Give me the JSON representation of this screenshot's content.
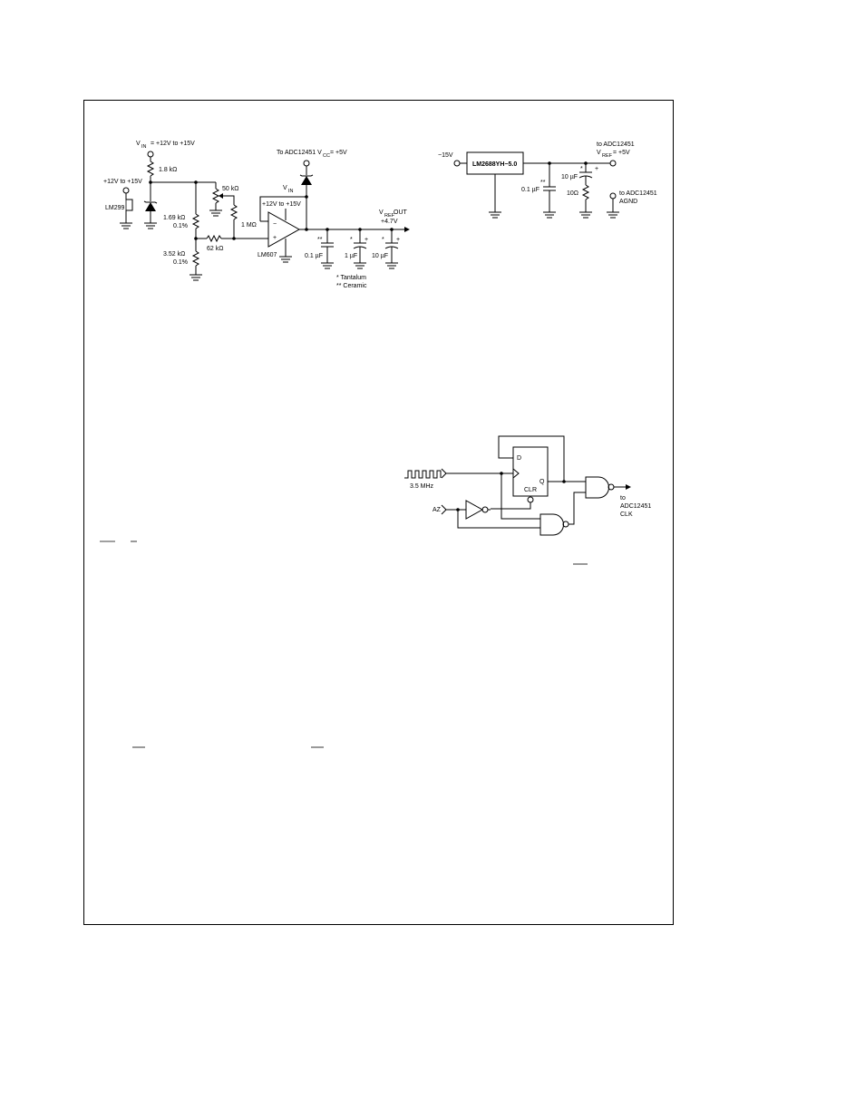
{
  "reference_circuit": {
    "vin_label": "V",
    "vin_sub": "IN",
    "vin_range": "= +12V to +15V",
    "supply_label": "+12V to +15V",
    "r_top": "1.8 kΩ",
    "ic_zener": "LM299",
    "r_169": "1.69 kΩ",
    "r_169_tol": "0.1%",
    "r_352": "3.52 kΩ",
    "r_352_tol": "0.1%",
    "pot_50k": "50 kΩ",
    "r_1m": "1 MΩ",
    "r_62k": "62 kΩ",
    "to_adc": "To ADC12451 V",
    "to_adc_sub": "CC",
    "to_adc_val": "= +5V",
    "opamp_vin": "V",
    "opamp_vin_sub": "IN",
    "opamp_supply": "+12V to +15V",
    "opamp": "LM607",
    "vref_out": "V",
    "vref_out_sub": "REF",
    "vref_out_label": "OUT",
    "vref_out_val": "+4.7V",
    "c1": "0.1 µF",
    "c2": "1 µF",
    "c3": "10 µF",
    "c1_mark": "**",
    "c2_mark": "*",
    "c3_mark": "*",
    "legend_tant": "* Tantalum",
    "legend_cer": "** Ceramic"
  },
  "regulator_circuit": {
    "vin": "−15V",
    "ic": "LM2688YH−5.0",
    "to_adc": "to ADC12451",
    "vref": "V",
    "vref_sub": "REF",
    "vref_val": "= +5V",
    "c_ceramic": "0.1 µF",
    "c_ceramic_mark": "**",
    "c_tant": "10 µF",
    "c_tant_mark": "*",
    "r": "10Ω",
    "agnd_to": "to ADC12451",
    "agnd": "AGND"
  },
  "clock_circuit": {
    "osc": "3.5 MHz",
    "d": "D",
    "q": "Q",
    "clr": "CLR",
    "az": "AZ",
    "to": "to",
    "dest": "ADC12451",
    "clk": "CLK"
  }
}
